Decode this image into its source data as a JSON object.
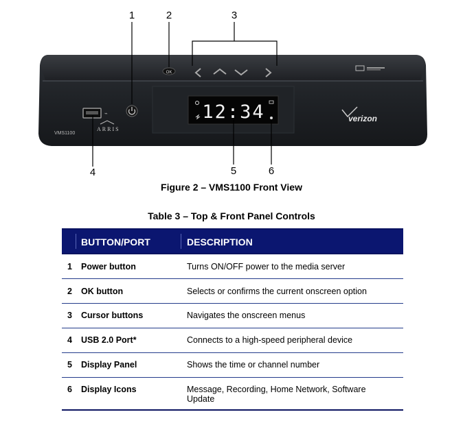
{
  "figure": {
    "callouts": [
      "1",
      "2",
      "3",
      "4",
      "5",
      "6"
    ],
    "model_label": "VMS1100",
    "brand_left": "ARRIS",
    "brand_right": "verizon",
    "display_time": "12:34",
    "ok_label": "OK",
    "caption": "Figure 2 – VMS1100 Front View"
  },
  "table": {
    "caption": "Table 3 – Top & Front Panel Controls",
    "headers": [
      "BUTTON/PORT",
      "DESCRIPTION"
    ],
    "rows": [
      {
        "num": "1",
        "name": "Power button",
        "desc": "Turns ON/OFF power to the media server"
      },
      {
        "num": "2",
        "name": "OK button",
        "desc": "Selects or confirms the current onscreen option"
      },
      {
        "num": "3",
        "name": "Cursor buttons",
        "desc": "Navigates the onscreen menus"
      },
      {
        "num": "4",
        "name": "USB 2.0 Port*",
        "desc": "Connects to a high-speed peripheral device"
      },
      {
        "num": "5",
        "name": "Display Panel",
        "desc": "Shows the time or channel number"
      },
      {
        "num": "6",
        "name": "Display Icons",
        "desc": "Message, Recording, Home Network, Software Update"
      }
    ]
  }
}
